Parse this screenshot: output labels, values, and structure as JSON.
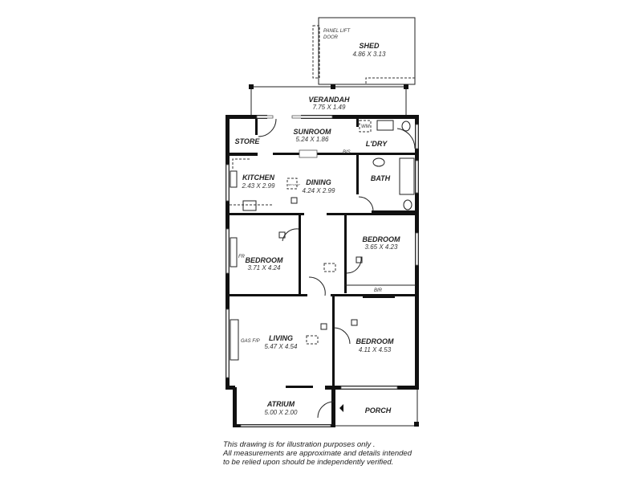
{
  "rooms": {
    "shed": {
      "name": "SHED",
      "size": "4.86 X 3.13"
    },
    "verandah": {
      "name": "VERANDAH",
      "size": "7.75 X 1.49"
    },
    "store": {
      "name": "STORE"
    },
    "sunroom": {
      "name": "SUNROOM",
      "size": "5.24 X 1.86"
    },
    "laundry": {
      "name": "L'DRY"
    },
    "kitchen": {
      "name": "KITCHEN",
      "size": "2.43 X 2.99"
    },
    "dining": {
      "name": "DINING",
      "size": "4.24 X 2.99"
    },
    "bath": {
      "name": "BATH"
    },
    "bedroom1": {
      "name": "BEDROOM",
      "size": "3.71 X 4.24"
    },
    "bedroom2": {
      "name": "BEDROOM",
      "size": "3.65 X 4.23"
    },
    "living": {
      "name": "LIVING",
      "size": "5.47 X 4.54"
    },
    "bedroom3": {
      "name": "BEDROOM",
      "size": "4.11 X 4.53"
    },
    "atrium": {
      "name": "ATRIUM",
      "size": "5.00 X 2.00"
    },
    "porch": {
      "name": "PORCH"
    }
  },
  "annotations": {
    "panel_lift_door_1": "PANEL LIFT",
    "panel_lift_door_2": "DOOR",
    "wm": "WM",
    "bis": "BIS",
    "bir": "BIR",
    "fr": "FR",
    "gas_fp": "GAS F/P",
    "skylight": "SKYLIGHT"
  },
  "disclaimer": [
    "This drawing is for illustration purposes only .",
    "All measurements are approximate and details intended",
    "to be relied upon should be independently verified."
  ]
}
